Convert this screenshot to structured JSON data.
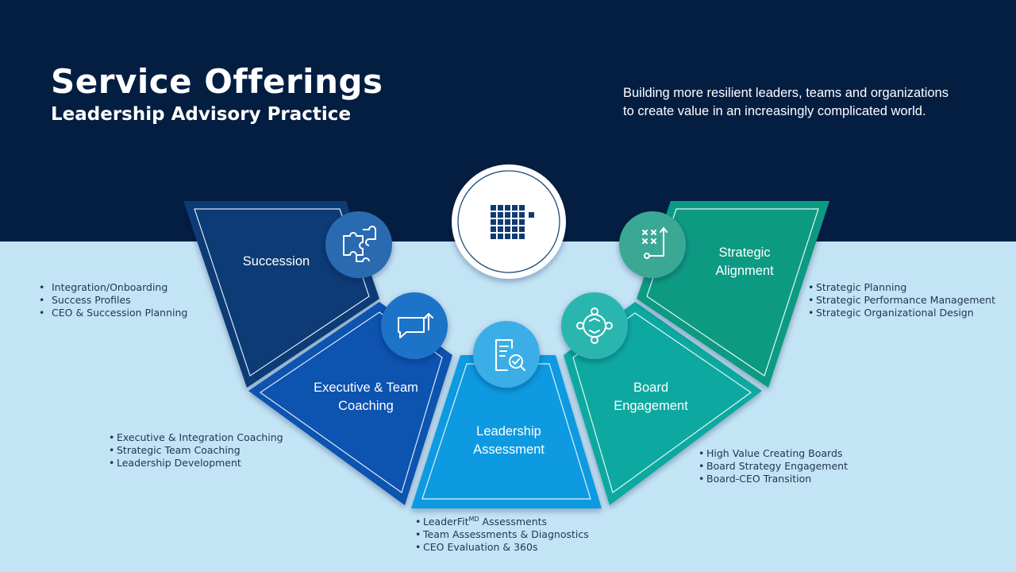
{
  "header": {
    "title": "Service Offerings",
    "subtitle": "Leadership Advisory Practice",
    "tagline": [
      "Building more resilient leaders, teams and organizations",
      "to create value in an increasingly complicated world."
    ]
  },
  "center": {
    "icon": "grid-logo-icon"
  },
  "segments": [
    {
      "id": "succession",
      "label_lines": [
        "Succession"
      ],
      "icon": "puzzle-icon",
      "color": "#0b3a75",
      "bullets": [
        "Integration/Onboarding",
        "Success Profiles",
        "CEO & Succession Planning"
      ]
    },
    {
      "id": "executive-team-coaching",
      "label_lines": [
        "Executive & Team",
        "Coaching"
      ],
      "icon": "chat-arrow-icon",
      "color": "#0a52b0",
      "bullets": [
        "Executive & Integration Coaching",
        "Strategic Team Coaching",
        "Leadership Development"
      ]
    },
    {
      "id": "leadership-assessment",
      "label_lines": [
        "Leadership",
        "Assessment"
      ],
      "icon": "clipboard-search-icon",
      "color": "#0f9ae0",
      "bullets_first": {
        "prefix": "LeaderFit",
        "sup": "MD",
        "suffix": " Assessments"
      },
      "bullets": [
        "Team Assessments & Diagnostics",
        "CEO Evaluation & 360s"
      ]
    },
    {
      "id": "board-engagement",
      "label_lines": [
        "Board",
        "Engagement"
      ],
      "icon": "cycle-people-icon",
      "color": "#10a9a0",
      "bullets": [
        "High Value Creating Boards",
        "Board Strategy Engagement",
        "Board-CEO Transition"
      ]
    },
    {
      "id": "strategic-alignment",
      "label_lines": [
        "Strategic",
        "Alignment"
      ],
      "icon": "strategy-play-icon",
      "color": "#0b9a83",
      "bullets": [
        "Strategic Planning",
        "Strategic Performance Management",
        "Strategic Organizational Design"
      ]
    }
  ],
  "colors": {
    "navy": "#041e42",
    "light_blue": "#c3e4f5",
    "bullet_text": "#23364f"
  }
}
